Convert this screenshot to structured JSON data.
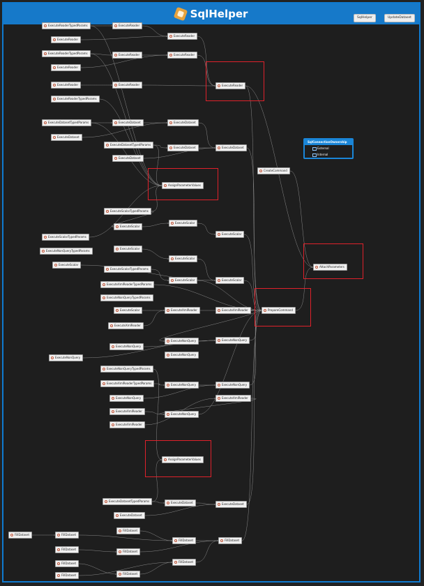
{
  "window": {
    "title": "SqlHelper"
  },
  "header_buttons": [
    {
      "label": "SqlHelper"
    },
    {
      "label": "UpdateDataset"
    }
  ],
  "enum": {
    "name": "SqlConnectionOwnership",
    "members": [
      "External",
      "Internal"
    ]
  },
  "colors": {
    "accent": "#1679c9",
    "highlight": "#e0212b",
    "node_bg": "#f1f1f1",
    "edge": "#8a8a8a"
  },
  "nodes": [
    {
      "id": "n1",
      "label": "ExecuteReaderTypedParams"
    },
    {
      "id": "n2",
      "label": "ExecuteReader"
    },
    {
      "id": "n3",
      "label": "ExecuteReader"
    },
    {
      "id": "n4",
      "label": "ExecuteReaderTypedParams"
    },
    {
      "id": "n5",
      "label": "ExecuteReader"
    },
    {
      "id": "n6",
      "label": "ExecuteReader"
    },
    {
      "id": "n7",
      "label": "ExecuteReader"
    },
    {
      "id": "n8",
      "label": "ExecuteReader"
    },
    {
      "id": "n9",
      "label": "ExecuteReader"
    },
    {
      "id": "n10",
      "label": "ExecuteReader"
    },
    {
      "id": "n11",
      "label": "ExecuteReader"
    },
    {
      "id": "n12",
      "label": "ExecuteReaderTypedParams"
    },
    {
      "id": "n13",
      "label": "ExecuteDatasetTypedParams"
    },
    {
      "id": "n14",
      "label": "ExecuteDataset"
    },
    {
      "id": "n15",
      "label": "ExecuteDataset"
    },
    {
      "id": "n16",
      "label": "ExecuteDataset"
    },
    {
      "id": "n17",
      "label": "ExecuteDatasetTypedParams"
    },
    {
      "id": "n18",
      "label": "ExecuteDataset"
    },
    {
      "id": "n19",
      "label": "ExecuteDataset"
    },
    {
      "id": "n20",
      "label": "ExecuteDataset"
    },
    {
      "id": "n21",
      "label": "CreateCommand"
    },
    {
      "id": "n22",
      "label": "AssignParameterValues"
    },
    {
      "id": "n23",
      "label": "ExecuteScalarTypedParams"
    },
    {
      "id": "n24",
      "label": "ExecuteScalar"
    },
    {
      "id": "n25",
      "label": "ExecuteScalar"
    },
    {
      "id": "n26",
      "label": "ExecuteScalar"
    },
    {
      "id": "n27",
      "label": "ExecuteScalarTypedParams"
    },
    {
      "id": "n28",
      "label": "ExecuteNonQueryTypedParams"
    },
    {
      "id": "n29",
      "label": "ExecuteScalar"
    },
    {
      "id": "n30",
      "label": "ExecuteScalar"
    },
    {
      "id": "n31",
      "label": "ExecuteScalar"
    },
    {
      "id": "n32",
      "label": "AttachParameters"
    },
    {
      "id": "n33",
      "label": "ExecuteScalarTypedParams"
    },
    {
      "id": "n34",
      "label": "ExecuteXmlReaderTypedParams"
    },
    {
      "id": "n35",
      "label": "ExecuteScalar"
    },
    {
      "id": "n36",
      "label": "ExecuteScalar"
    },
    {
      "id": "n37",
      "label": "ExecuteNonQueryTypedParams"
    },
    {
      "id": "n38",
      "label": "ExecuteScalar"
    },
    {
      "id": "n39",
      "label": "ExecuteXmlReader"
    },
    {
      "id": "n40",
      "label": "ExecuteXmlReader"
    },
    {
      "id": "n41",
      "label": "PrepareCommand"
    },
    {
      "id": "n42",
      "label": "ExecuteXmlReader"
    },
    {
      "id": "n43",
      "label": "ExecuteNonQuery"
    },
    {
      "id": "n44",
      "label": "ExecuteNonQuery"
    },
    {
      "id": "n45",
      "label": "ExecuteNonQuery"
    },
    {
      "id": "n46",
      "label": "ExecuteNonQuery"
    },
    {
      "id": "n47",
      "label": "ExecuteNonQuery"
    },
    {
      "id": "n48",
      "label": "ExecuteNonQueryTypedParams"
    },
    {
      "id": "n49",
      "label": "ExecuteXmlReaderTypedParams"
    },
    {
      "id": "n50",
      "label": "ExecuteNonQuery"
    },
    {
      "id": "n51",
      "label": "ExecuteNonQuery"
    },
    {
      "id": "n52",
      "label": "ExecuteNonQuery"
    },
    {
      "id": "n53",
      "label": "ExecuteXmlReader"
    },
    {
      "id": "n54",
      "label": "ExecuteNonQuery"
    },
    {
      "id": "n55",
      "label": "ExecuteXmlReader"
    },
    {
      "id": "n56",
      "label": "ExecuteXmlReader"
    },
    {
      "id": "n57",
      "label": "AssignParameterValues"
    },
    {
      "id": "n58",
      "label": "ExecuteDatasetTypedParams"
    },
    {
      "id": "n59",
      "label": "ExecuteDataset"
    },
    {
      "id": "n60",
      "label": "ExecuteDataset"
    },
    {
      "id": "n61",
      "label": "ExecuteDataset"
    },
    {
      "id": "n62",
      "label": "FillDataset"
    },
    {
      "id": "n63",
      "label": "FillDataset"
    },
    {
      "id": "n64",
      "label": "FillDataset"
    },
    {
      "id": "n65",
      "label": "FillDataset"
    },
    {
      "id": "n66",
      "label": "FillDataset"
    },
    {
      "id": "n67",
      "label": "FillDataset"
    },
    {
      "id": "n68",
      "label": "FillDataset"
    },
    {
      "id": "n69",
      "label": "FillDataset"
    },
    {
      "id": "n70",
      "label": "FillDataset"
    },
    {
      "id": "n71",
      "label": "FillDataset"
    },
    {
      "id": "n72",
      "label": "FillDataset"
    }
  ],
  "edges": [
    [
      "n1",
      "n2"
    ],
    [
      "n2",
      "n3"
    ],
    [
      "n5",
      "n3"
    ],
    [
      "n4",
      "n6"
    ],
    [
      "n6",
      "n7"
    ],
    [
      "n8",
      "n7"
    ],
    [
      "n9",
      "n10"
    ],
    [
      "n10",
      "n11"
    ],
    [
      "n11",
      "n32"
    ],
    [
      "n12",
      "n22"
    ],
    [
      "n1",
      "n22"
    ],
    [
      "n4",
      "n22"
    ],
    [
      "n3",
      "n11"
    ],
    [
      "n7",
      "n11"
    ],
    [
      "n13",
      "n14"
    ],
    [
      "n14",
      "n15"
    ],
    [
      "n16",
      "n15"
    ],
    [
      "n17",
      "n18"
    ],
    [
      "n18",
      "n19"
    ],
    [
      "n20",
      "n19"
    ],
    [
      "n15",
      "n19"
    ],
    [
      "n19",
      "n41"
    ],
    [
      "n13",
      "n22"
    ],
    [
      "n17",
      "n22"
    ],
    [
      "n21",
      "n32"
    ],
    [
      "n23",
      "n24"
    ],
    [
      "n24",
      "n25"
    ],
    [
      "n25",
      "n26"
    ],
    [
      "n27",
      "n22"
    ],
    [
      "n23",
      "n22"
    ],
    [
      "n29",
      "n30"
    ],
    [
      "n30",
      "n31"
    ],
    [
      "n35",
      "n31"
    ],
    [
      "n31",
      "n41"
    ],
    [
      "n26",
      "n41"
    ],
    [
      "n33",
      "n36"
    ],
    [
      "n36",
      "n41"
    ],
    [
      "n38",
      "n40"
    ],
    [
      "n39",
      "n40"
    ],
    [
      "n40",
      "n41"
    ],
    [
      "n42",
      "n44"
    ],
    [
      "n43",
      "n45"
    ],
    [
      "n44",
      "n45"
    ],
    [
      "n45",
      "n41"
    ],
    [
      "n47",
      "n45"
    ],
    [
      "n48",
      "n57"
    ],
    [
      "n49",
      "n50"
    ],
    [
      "n50",
      "n51"
    ],
    [
      "n52",
      "n51"
    ],
    [
      "n51",
      "n41"
    ],
    [
      "n53",
      "n54"
    ],
    [
      "n54",
      "n41"
    ],
    [
      "n55",
      "n56"
    ],
    [
      "n56",
      "n54"
    ],
    [
      "n34",
      "n41"
    ],
    [
      "n41",
      "n32"
    ],
    [
      "n11",
      "n41"
    ],
    [
      "n58",
      "n59"
    ],
    [
      "n59",
      "n60"
    ],
    [
      "n61",
      "n60"
    ],
    [
      "n60",
      "n41"
    ],
    [
      "n58",
      "n57"
    ],
    [
      "n62",
      "n63"
    ],
    [
      "n63",
      "n64"
    ],
    [
      "n65",
      "n66"
    ],
    [
      "n66",
      "n67"
    ],
    [
      "n64",
      "n67"
    ],
    [
      "n67",
      "n41"
    ],
    [
      "n68",
      "n64"
    ],
    [
      "n69",
      "n70"
    ],
    [
      "n70",
      "n71"
    ],
    [
      "n72",
      "n71"
    ],
    [
      "n71",
      "n67"
    ]
  ]
}
